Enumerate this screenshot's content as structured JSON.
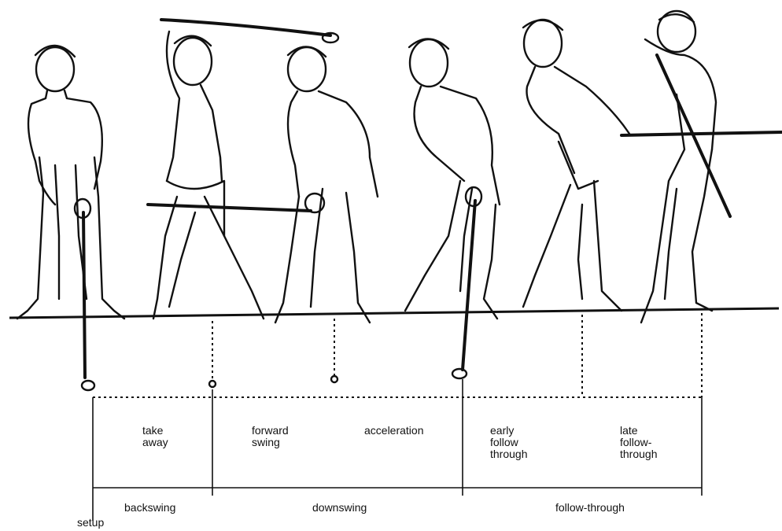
{
  "phases_top": [
    {
      "id": "take-away",
      "label": "take\naway"
    },
    {
      "id": "forward-swing",
      "label": "forward\nswing"
    },
    {
      "id": "acceleration",
      "label": "acceleration"
    },
    {
      "id": "early-follow-through",
      "label": "early\nfollow\nthrough"
    },
    {
      "id": "late-follow-through",
      "label": "late\nfollow-\nthrough"
    }
  ],
  "phases_bottom": [
    {
      "id": "backswing",
      "label": "backswing"
    },
    {
      "id": "downswing",
      "label": "downswing"
    },
    {
      "id": "follow-through",
      "label": "follow-through"
    }
  ],
  "setup_label": "setup",
  "colors": {
    "ink": "#111111",
    "background": "#ffffff"
  }
}
